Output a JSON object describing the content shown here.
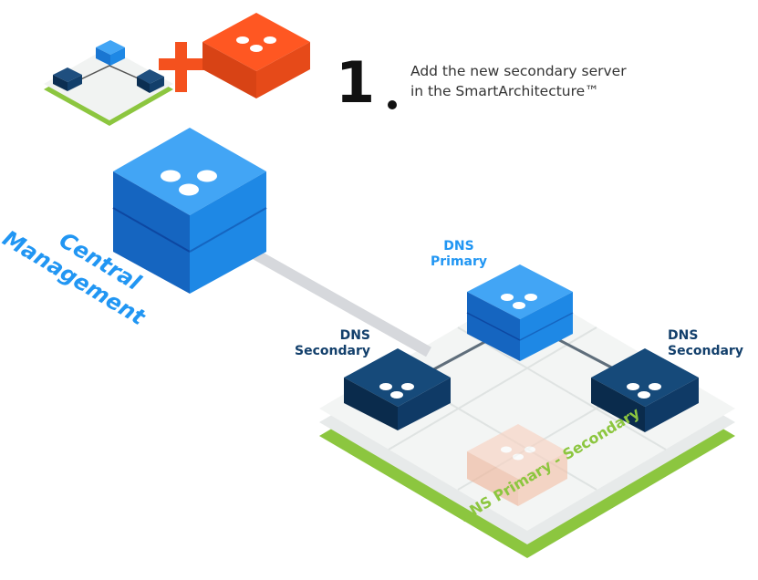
{
  "step": {
    "number": "1",
    "line1": "Add the new secondary server",
    "line2": "in the SmartArchitecture™"
  },
  "labels": {
    "central_line1": "Central",
    "central_line2": "Management",
    "primary_line1": "DNS",
    "primary_line2": "Primary",
    "secondary_left_line1": "DNS",
    "secondary_left_line2": "Secondary",
    "secondary_right_line1": "DNS",
    "secondary_right_line2": "Secondary",
    "zone": "DNS Primary - Secondary"
  },
  "colors": {
    "primary_blue": "#2196f3",
    "dark_blue": "#0f3a66",
    "orange": "#f4511e",
    "green": "#8cc63f",
    "ghost": "#f6cdb8"
  }
}
